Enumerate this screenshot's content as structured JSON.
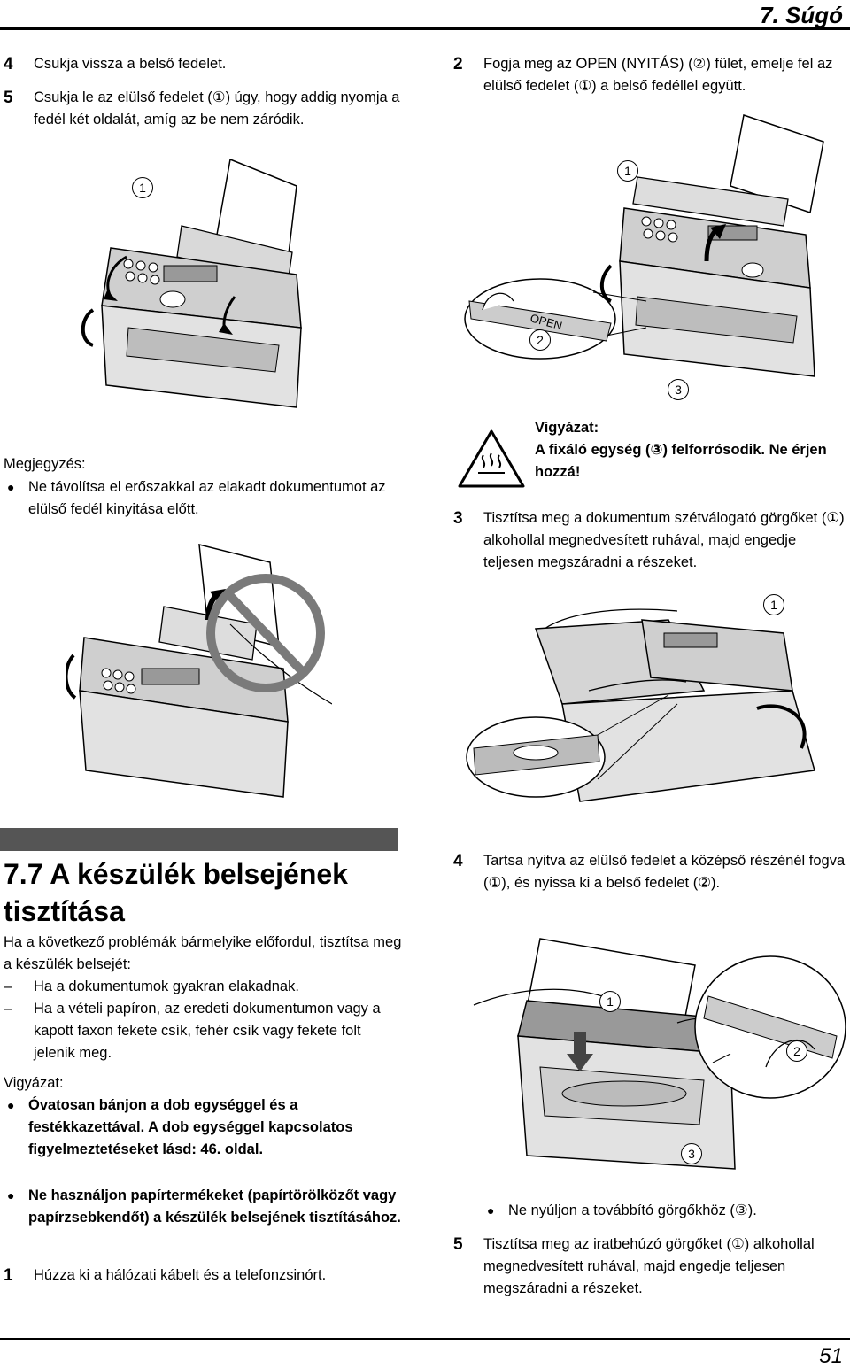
{
  "header": {
    "title": "7. Súgó"
  },
  "left_top": {
    "step4": {
      "num": "4",
      "text": "Csukja vissza a belső fedelet."
    },
    "step5": {
      "num": "5",
      "text": "Csukja le az elülső fedelet (①) úgy, hogy addig nyomja a fedél két oldalát, amíg az be nem záródik."
    },
    "figure_callout": "1",
    "note_title": "Megjegyzés:",
    "note_bullet": "Ne távolítsa el erőszakkal az elakadt dokumentumot az elülső fedél kinyitása előtt."
  },
  "right_top": {
    "step2": {
      "num": "2",
      "text": "Fogja meg az OPEN (NYITÁS) (②) fület, emelje fel az elülső fedelet (①) a belső fedéllel együtt."
    },
    "figure_callouts": [
      "1",
      "2",
      "3"
    ],
    "open_label": "OPEN",
    "caution_title": "Vigyázat:",
    "caution_text": "A fixáló egység (③) felforrósodik. Ne érjen hozzá!",
    "step3": {
      "num": "3",
      "text": "Tisztítsa meg a dokumentum szétválogató görgőket (①) alkohollal megnedvesített ruhával, majd engedje teljesen megszáradni a részeket."
    },
    "figure2_callout": "1"
  },
  "section": {
    "title": "7.7 A készülék belsejének tisztítása",
    "intro": "Ha a következő problémák bármelyike előfordul, tisztítsa meg a készülék belsejét:",
    "dash_items": [
      "Ha a dokumentumok gyakran elakadnak.",
      "Ha a vételi papíron, az eredeti dokumentumon vagy a kapott faxon fekete csík, fehér csík vagy fekete folt jelenik meg."
    ],
    "caution_title": "Vigyázat:",
    "caution_bullets": [
      "Óvatosan bánjon a dob egységgel és a festékkazettával. A dob egységgel kapcsolatos figyelmeztetéseket lásd: 46. oldal.",
      "Ne használjon papírtermékeket (papírtörölközőt vagy papírzsebkendőt) a készülék belsejének tisztításához."
    ],
    "step1": {
      "num": "1",
      "text": "Húzza ki a hálózati kábelt és a telefonzsinórt."
    }
  },
  "right_bottom": {
    "step4": {
      "num": "4",
      "text": "Tartsa nyitva az elülső fedelet a középső részénél fogva (①), és nyissa ki a belső fedelet (②)."
    },
    "figure_callouts": [
      "1",
      "2",
      "3"
    ],
    "bullet": "Ne nyúljon a továbbító görgőkhöz (③).",
    "step5": {
      "num": "5",
      "text": "Tisztítsa meg az iratbehúzó görgőket (①) alkohollal megnedvesített ruhával, majd engedje teljesen megszáradni a részeket."
    }
  },
  "footer": {
    "page_number": "51"
  }
}
